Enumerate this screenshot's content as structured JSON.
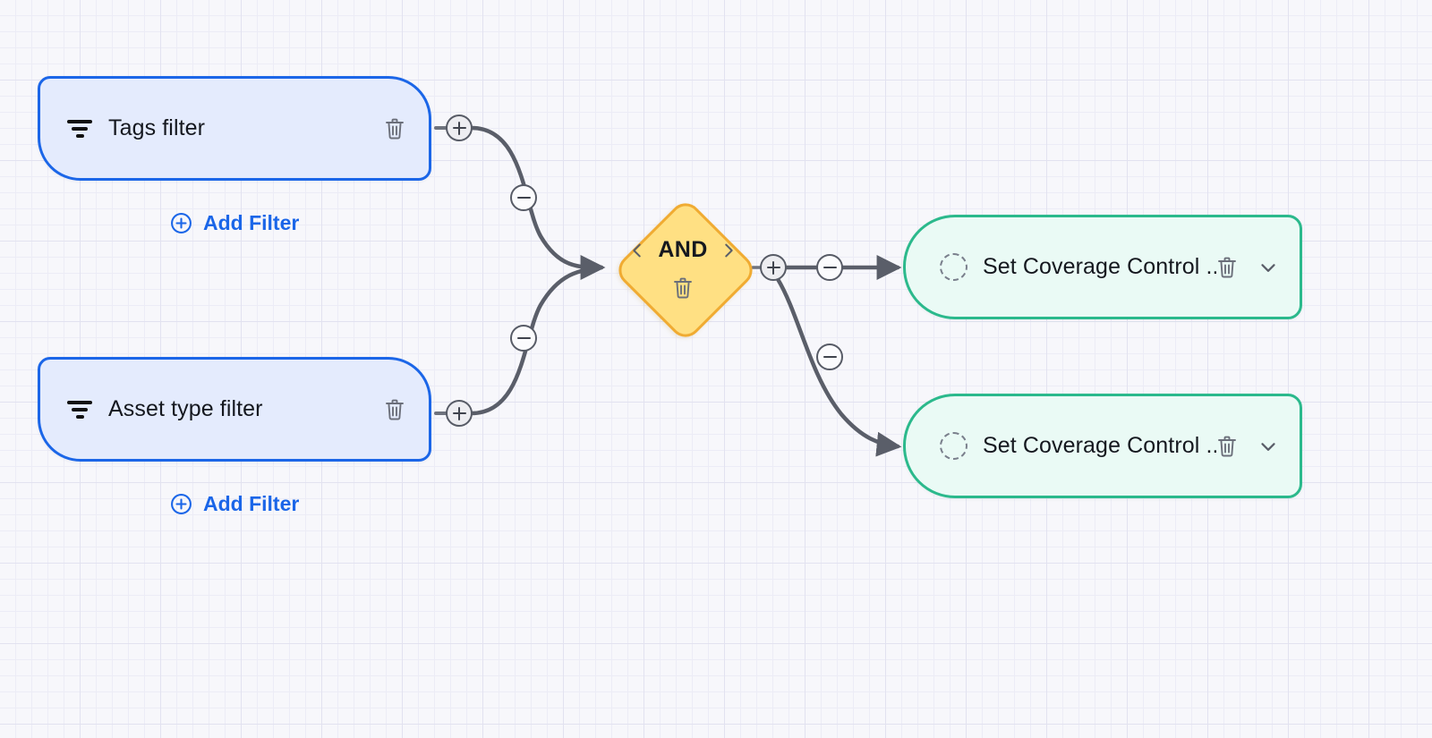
{
  "canvas": {
    "background_color": "#f7f7fb",
    "grid_minor_color": "#ececf6",
    "grid_major_color": "#e2e2f0"
  },
  "palette": {
    "filter_fill": "#e4ebfd",
    "filter_border": "#1b66e8",
    "action_fill": "#eafaf5",
    "action_border": "#2bb98c",
    "logic_fill": "#ffe083",
    "logic_border": "#f0ab32",
    "edge_color": "#5a5e69",
    "link_blue": "#1b66e8"
  },
  "nodes": {
    "filters": [
      {
        "label": "Tags filter",
        "icon": "filter-funnel-icon",
        "delete_icon": "trash-icon",
        "add_button": {
          "label": "Add Filter",
          "icon": "plus-circle-icon"
        }
      },
      {
        "label": "Asset type filter",
        "icon": "filter-funnel-icon",
        "delete_icon": "trash-icon",
        "add_button": {
          "label": "Add Filter",
          "icon": "plus-circle-icon"
        }
      }
    ],
    "logic": {
      "label": "AND",
      "prev_icon": "chevron-left-icon",
      "next_icon": "chevron-right-icon",
      "delete_icon": "trash-icon"
    },
    "actions": [
      {
        "label": "Set Coverage Control ...",
        "icon": "dashed-circle-icon",
        "delete_icon": "trash-icon",
        "expand_icon": "chevron-down-icon"
      },
      {
        "label": "Set Coverage Control ...",
        "icon": "dashed-circle-icon",
        "delete_icon": "trash-icon",
        "expand_icon": "chevron-down-icon"
      }
    ]
  },
  "handles": {
    "add_edge_symbol": "+",
    "remove_edge_symbol": "-",
    "items": [
      {
        "type": "plus",
        "name": "add-edge-from-tags-filter"
      },
      {
        "type": "minus",
        "name": "remove-edge-tags-filter-to-and"
      },
      {
        "type": "plus",
        "name": "add-edge-from-asset-type-filter"
      },
      {
        "type": "minus",
        "name": "remove-edge-asset-type-filter-to-and"
      },
      {
        "type": "plus",
        "name": "add-edge-from-and"
      },
      {
        "type": "minus",
        "name": "remove-edge-and-to-action-1"
      },
      {
        "type": "minus",
        "name": "remove-edge-and-to-action-2"
      }
    ]
  }
}
